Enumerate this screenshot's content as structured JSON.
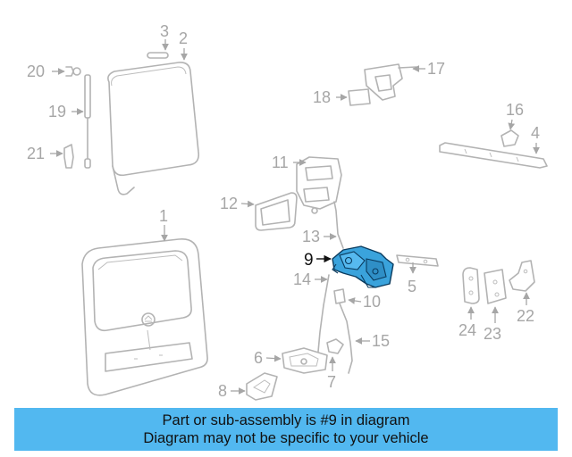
{
  "diagram": {
    "highlighted_part": "9",
    "highlight_color": "#3aa3dc",
    "part_labels": [
      "1",
      "2",
      "3",
      "4",
      "5",
      "6",
      "7",
      "8",
      "9",
      "10",
      "11",
      "12",
      "13",
      "14",
      "15",
      "16",
      "17",
      "18",
      "19",
      "20",
      "21",
      "22",
      "23",
      "24"
    ]
  },
  "banner": {
    "line1": "Part or sub-assembly is #9 in diagram",
    "line2": "Diagram may not be specific to your vehicle",
    "background": "#52b8f0"
  }
}
